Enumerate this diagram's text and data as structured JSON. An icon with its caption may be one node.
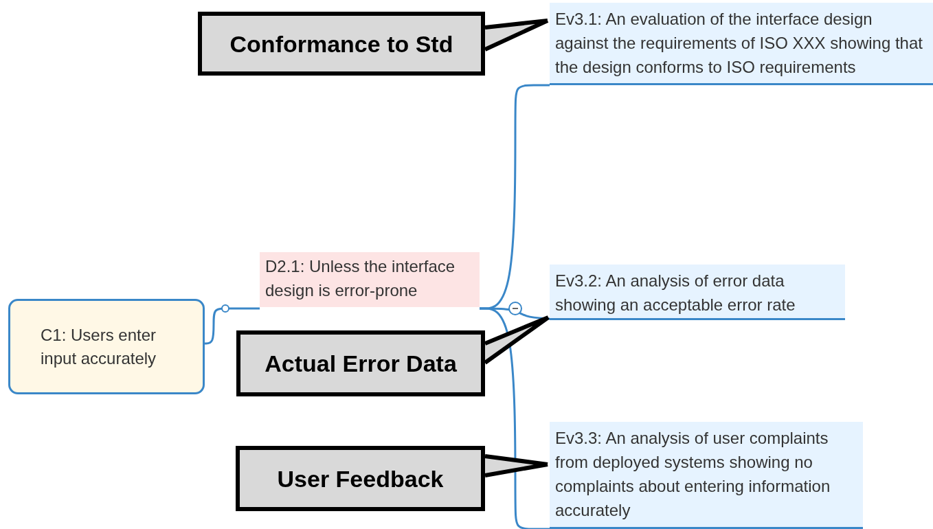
{
  "diagram": {
    "nodes": [
      {
        "text": [
          "C1: Users enter input accurately"
        ]
      },
      {
        "text": [
          "D2.1: Unless the interface design is error-prone"
        ]
      },
      {
        "text": [
          "Ev3.1: An evaluation of the interface design against the requirements of ISO XXX showing that the design conforms to ISO requirements"
        ]
      },
      {
        "text": [
          "Ev3.2: An analysis of error data showing an acceptable error rate"
        ]
      },
      {
        "text": [
          "Ev3.3: An analysis of user complaints from deployed systems showing no complaints about entering information accurately"
        ]
      },
      {
        "text": [
          "Conformance to Std"
        ]
      },
      {
        "text": [
          "Actual Error Data"
        ]
      },
      {
        "text": [
          "User Feedback"
        ]
      }
    ],
    "edges": [
      {
        "from": 0,
        "to": 1,
        "arrow": "none"
      },
      {
        "from": 1,
        "to": 2,
        "arrow": "none"
      },
      {
        "from": 1,
        "to": 3,
        "arrow": "none"
      },
      {
        "from": 1,
        "to": 4,
        "arrow": "none"
      },
      {
        "from": 5,
        "to": 2,
        "arrow": "none",
        "style": "thick",
        "color": "#000000"
      },
      {
        "from": 6,
        "to": 3,
        "arrow": "none",
        "style": "thick",
        "color": "#000000"
      },
      {
        "from": 7,
        "to": 4,
        "arrow": "none",
        "style": "thick",
        "color": "#000000"
      }
    ]
  }
}
